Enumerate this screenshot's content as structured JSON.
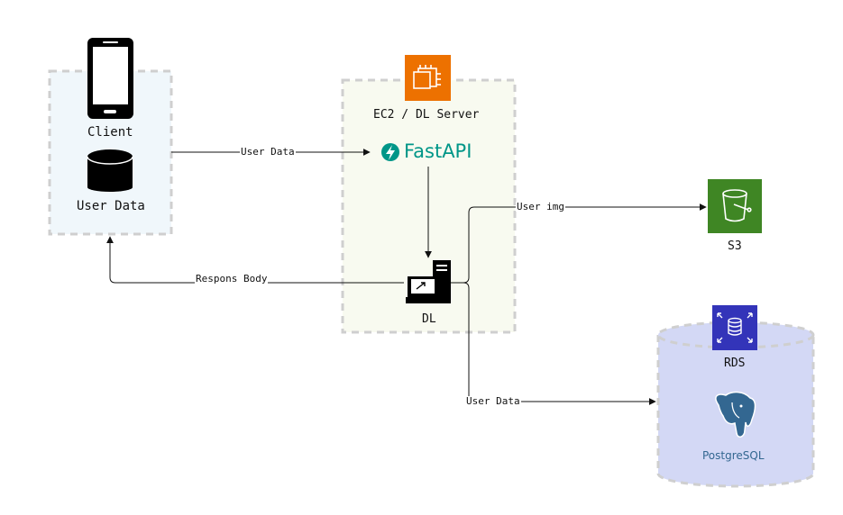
{
  "client_group": {
    "client_label": "Client",
    "userdata_label": "User Data",
    "fill": "#f0f7fb"
  },
  "ec2_group": {
    "title": "EC2 / DL Server",
    "fill": "#f8faf0",
    "icon_color": "#ed7100"
  },
  "fastapi": {
    "text": "FastAPI",
    "color": "#009688"
  },
  "dl": {
    "label": "DL"
  },
  "s3": {
    "label": "S3",
    "color": "#3f8624"
  },
  "rds": {
    "label": "RDS",
    "color": "#3334b9",
    "fill": "#d3d8f5",
    "postgres_text": "PostgreSQL",
    "postgres_color": "#336791"
  },
  "edges": {
    "client_to_fastapi": "User Data",
    "dl_to_client": "Respons Body",
    "dl_to_s3": "User img",
    "dl_to_rds": "User Data"
  }
}
